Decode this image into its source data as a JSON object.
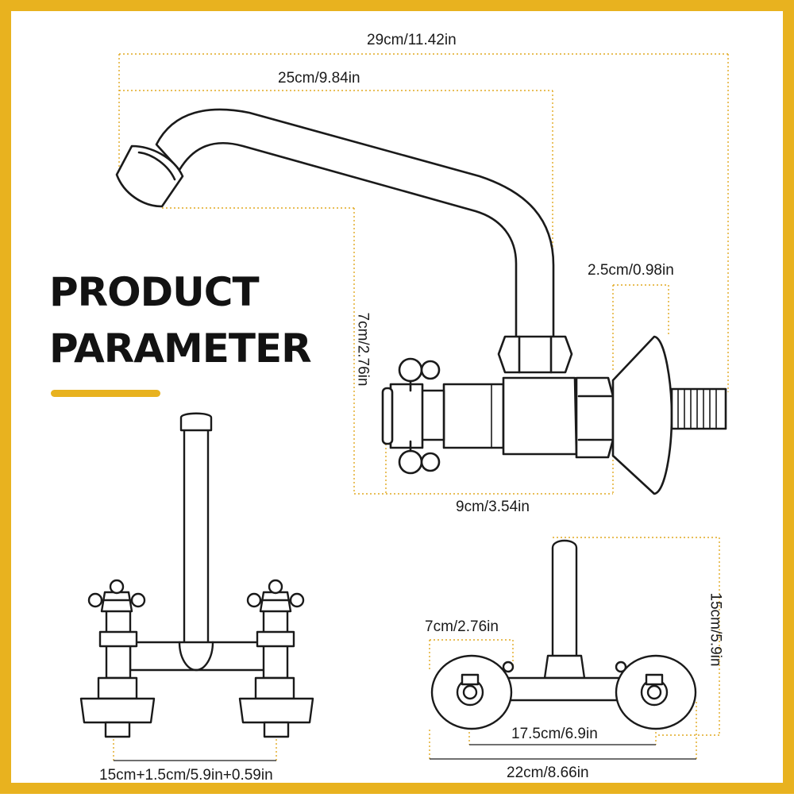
{
  "heading": {
    "line1": "PRODUCT",
    "line2": "PARAMETER"
  },
  "dimensions": {
    "total_length": "29cm/11.42in",
    "spout_reach": "25cm/9.84in",
    "flange_depth": "2.5cm/0.98in",
    "spout_height": "7cm/2.76in",
    "body_length": "9cm/3.54in",
    "front_height": "15cm/5.9in",
    "flange_diameter": "7cm/2.76in",
    "center_distance": "17.5cm/6.9in",
    "overall_width": "22cm/8.66in",
    "deck_spacing": "15cm+1.5cm/5.9in+0.59in"
  },
  "colors": {
    "accent": "#E8B21F",
    "guide": "#E0A820",
    "line": "#1a1a1a"
  }
}
